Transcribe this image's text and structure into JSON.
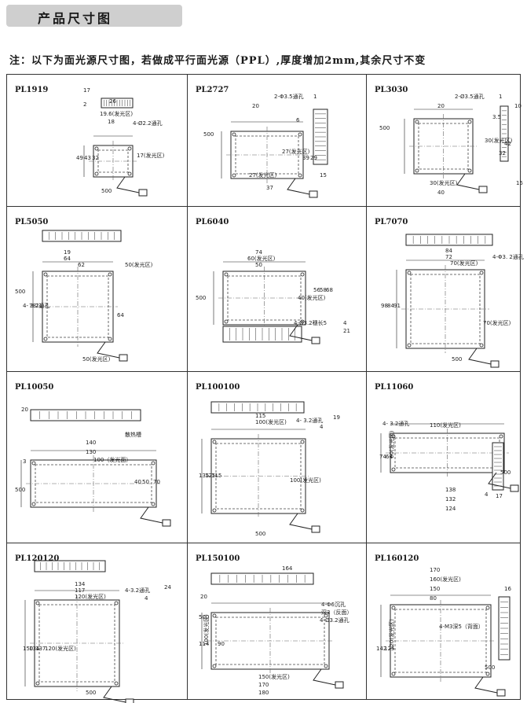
{
  "header": {
    "title": "产品尺寸图",
    "note": "注：以下为面光源尺寸图，若做成平行面光源（PPL）,厚度增加2mm,其余尺寸不变"
  },
  "cells": [
    {
      "model": "PL1919",
      "labels": [
        "17",
        "2",
        "26",
        "19.6(发光区)",
        "18",
        "4-Ø2.2通孔",
        "49",
        "43",
        "32",
        "17(发光区)",
        "500"
      ]
    },
    {
      "model": "PL2727",
      "labels": [
        "2-Φ3.5通孔",
        "20",
        "1",
        "500",
        "6",
        "27(发光区)",
        "39",
        "29",
        "27(发光区)",
        "37",
        "15"
      ]
    },
    {
      "model": "PL3030",
      "labels": [
        "2-Ø3.5通孔",
        "20",
        "1",
        "3.5",
        "10",
        "500",
        "30(发光区)",
        "42",
        "32",
        "30(发光区)",
        "40",
        "15"
      ]
    },
    {
      "model": "PL5050",
      "labels": [
        "19",
        "64",
        "62",
        "50(发光区)",
        "4- 3.2通孔",
        "78",
        "71",
        "64",
        "50(发光区)",
        "500"
      ]
    },
    {
      "model": "PL6040",
      "labels": [
        "74",
        "60(发光区)",
        "50",
        "500",
        "56",
        "58",
        "68",
        "40(发光区)",
        "4-Ø3.2穗长5",
        "4",
        "21"
      ]
    },
    {
      "model": "PL7070",
      "labels": [
        "84",
        "72",
        "70(发光区)",
        "4-Φ3. 2通孔",
        "98",
        "84",
        "91",
        "70(发光区)",
        "500"
      ]
    },
    {
      "model": "PL10050",
      "labels": [
        "20",
        "散热槽",
        "140",
        "130",
        "100（发光面）",
        "40",
        "50",
        "70",
        "500",
        "3"
      ]
    },
    {
      "model": "PL100100",
      "labels": [
        "115",
        "100(发光区)",
        "4- 3.2通孔",
        "4",
        "19",
        "135",
        "125",
        "115",
        "100(发光区)",
        "500"
      ]
    },
    {
      "model": "PL11060",
      "labels": [
        "4- 3.2通孔",
        "110(发光区)",
        "74",
        "64",
        "60(发光区)",
        "138",
        "132",
        "124",
        "500",
        "4",
        "17"
      ]
    },
    {
      "model": "PL120120",
      "labels": [
        "134",
        "117",
        "120(发光区)",
        "4-3.2通孔",
        "24",
        "4",
        "150",
        "134",
        "137",
        "120(发光区)",
        "500"
      ]
    },
    {
      "model": "PL150100",
      "labels": [
        "164",
        "20",
        "4-Φ6沉孔",
        "深3（反面）",
        "4-Ø3.2通孔",
        "114",
        "100(发光区)",
        "90",
        "150(发光区)",
        "170",
        "180",
        "500"
      ]
    },
    {
      "model": "PL160120",
      "labels": [
        "170",
        "160(发光区)",
        "150",
        "80",
        "4-M3深5（背面）",
        "142",
        "125",
        "120(发光区)",
        "16",
        "500"
      ]
    }
  ]
}
